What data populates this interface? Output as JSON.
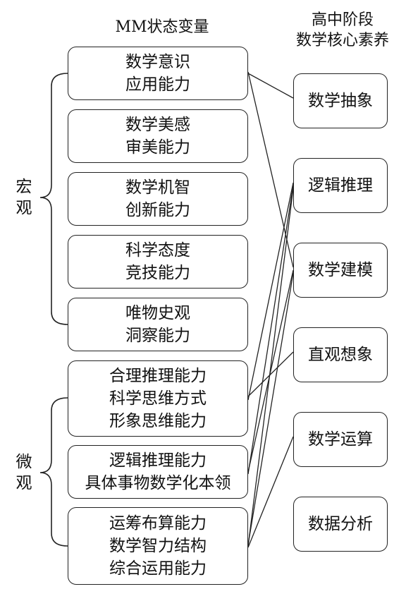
{
  "left_heading": "MM状态变量",
  "right_heading": [
    "高中阶段",
    "数学核心素养"
  ],
  "groups": [
    {
      "label": [
        "宏",
        "观"
      ]
    },
    {
      "label": [
        "微",
        "观"
      ]
    }
  ],
  "left_items": [
    {
      "lines": [
        "数学意识",
        "应用能力"
      ]
    },
    {
      "lines": [
        "数学美感",
        "审美能力"
      ]
    },
    {
      "lines": [
        "数学机智",
        "创新能力"
      ]
    },
    {
      "lines": [
        "科学态度",
        "竞技能力"
      ]
    },
    {
      "lines": [
        "唯物史观",
        "洞察能力"
      ]
    },
    {
      "lines": [
        "合理推理能力",
        "科学思维方式",
        "形象思维能力"
      ]
    },
    {
      "lines": [
        "逻辑推理能力",
        "具体事物数学化本领"
      ]
    },
    {
      "lines": [
        "运筹布算能力",
        "数学智力结构",
        "综合运用能力"
      ]
    }
  ],
  "right_items": [
    {
      "label": "数学抽象"
    },
    {
      "label": "逻辑推理"
    },
    {
      "label": "数学建模"
    },
    {
      "label": "直观想象"
    },
    {
      "label": "数学运算"
    },
    {
      "label": "数据分析"
    }
  ],
  "links": [
    [
      0,
      0
    ],
    [
      0,
      2
    ],
    [
      5,
      1
    ],
    [
      5,
      3
    ],
    [
      6,
      1
    ],
    [
      6,
      2
    ],
    [
      7,
      1
    ],
    [
      7,
      2
    ],
    [
      7,
      4
    ]
  ]
}
